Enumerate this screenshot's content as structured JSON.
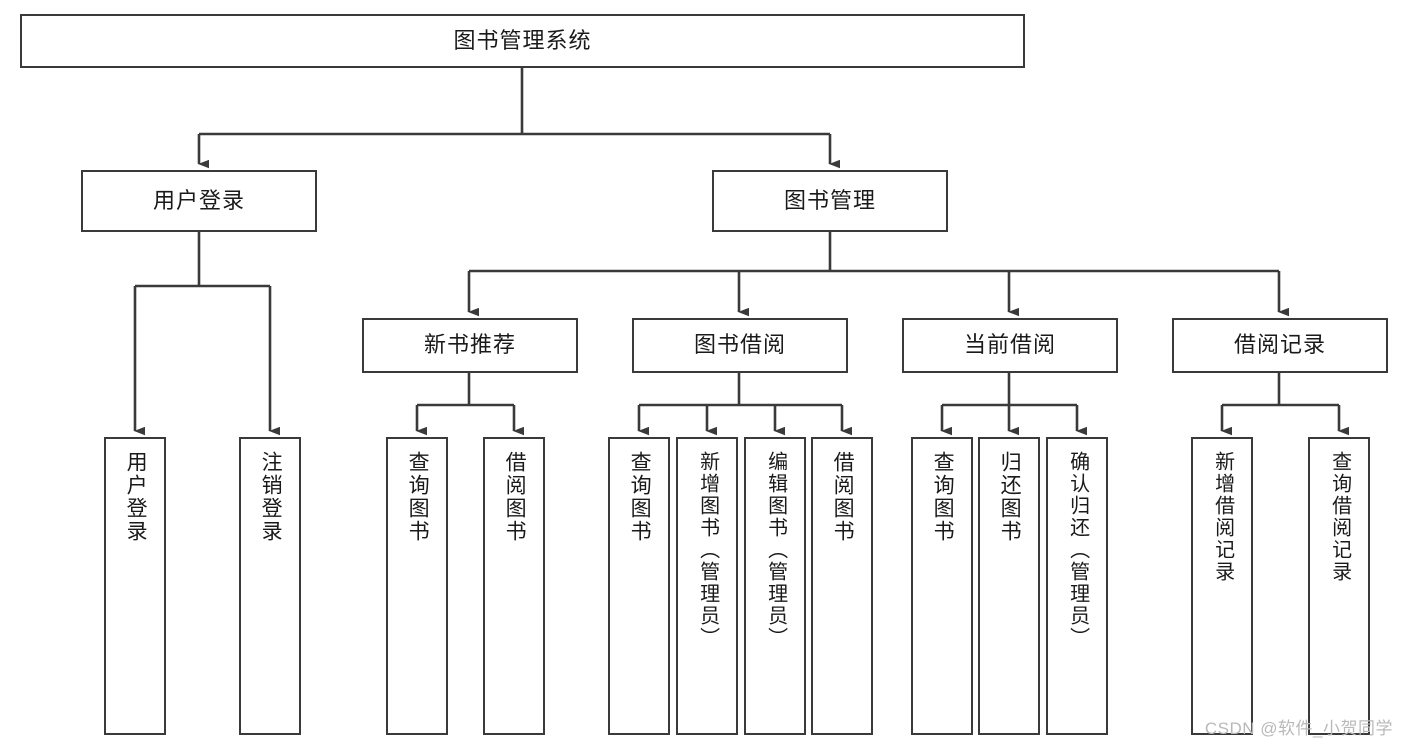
{
  "diagram": {
    "title": "图书管理系统",
    "type": "hierarchy-tree",
    "watermark": "CSDN @软件_小贺同学",
    "colors": {
      "border": "#3a3a3a",
      "background": "#ffffff",
      "text": "#1a1a1a",
      "watermark": "#b9b9b9"
    },
    "nodes": {
      "root": {
        "label": "图书管理系统",
        "level": 1,
        "orientation": "horizontal"
      },
      "user_login": {
        "label": "用户登录",
        "level": 2,
        "orientation": "horizontal"
      },
      "book_manage": {
        "label": "图书管理",
        "level": 2,
        "orientation": "horizontal"
      },
      "new_book_rec": {
        "label": "新书推荐",
        "level": 3,
        "orientation": "horizontal"
      },
      "book_borrow": {
        "label": "图书借阅",
        "level": 3,
        "orientation": "horizontal"
      },
      "current_borrow": {
        "label": "当前借阅",
        "level": 3,
        "orientation": "horizontal"
      },
      "borrow_record": {
        "label": "借阅记录",
        "level": 3,
        "orientation": "horizontal"
      },
      "leaf_user_login": {
        "label": "用户登录",
        "level": 4,
        "orientation": "vertical"
      },
      "leaf_logout": {
        "label": "注销登录",
        "level": 4,
        "orientation": "vertical"
      },
      "leaf_query_book_1": {
        "label": "查询图书",
        "level": 4,
        "orientation": "vertical"
      },
      "leaf_borrow_book_1": {
        "label": "借阅图书",
        "level": 4,
        "orientation": "vertical"
      },
      "leaf_query_book_2": {
        "label": "查询图书",
        "level": 4,
        "orientation": "vertical"
      },
      "leaf_add_book": {
        "label": "新增图书（管理员）",
        "level": 4,
        "orientation": "vertical"
      },
      "leaf_edit_book": {
        "label": "编辑图书（管理员）",
        "level": 4,
        "orientation": "vertical"
      },
      "leaf_borrow_book_2": {
        "label": "借阅图书",
        "level": 4,
        "orientation": "vertical"
      },
      "leaf_query_book_3": {
        "label": "查询图书",
        "level": 4,
        "orientation": "vertical"
      },
      "leaf_return_book": {
        "label": "归还图书",
        "level": 4,
        "orientation": "vertical"
      },
      "leaf_confirm_return": {
        "label": "确认归还（管理员）",
        "level": 4,
        "orientation": "vertical"
      },
      "leaf_add_record": {
        "label": "新增借阅记录",
        "level": 4,
        "orientation": "vertical"
      },
      "leaf_query_record": {
        "label": "查询借阅记录",
        "level": 4,
        "orientation": "vertical"
      }
    },
    "edges": [
      {
        "from": "root",
        "to": "user_login"
      },
      {
        "from": "root",
        "to": "book_manage"
      },
      {
        "from": "user_login",
        "to": "leaf_user_login"
      },
      {
        "from": "user_login",
        "to": "leaf_logout"
      },
      {
        "from": "book_manage",
        "to": "new_book_rec"
      },
      {
        "from": "book_manage",
        "to": "book_borrow"
      },
      {
        "from": "book_manage",
        "to": "current_borrow"
      },
      {
        "from": "book_manage",
        "to": "borrow_record"
      },
      {
        "from": "new_book_rec",
        "to": "leaf_query_book_1"
      },
      {
        "from": "new_book_rec",
        "to": "leaf_borrow_book_1"
      },
      {
        "from": "book_borrow",
        "to": "leaf_query_book_2"
      },
      {
        "from": "book_borrow",
        "to": "leaf_add_book"
      },
      {
        "from": "book_borrow",
        "to": "leaf_edit_book"
      },
      {
        "from": "book_borrow",
        "to": "leaf_borrow_book_2"
      },
      {
        "from": "current_borrow",
        "to": "leaf_query_book_3"
      },
      {
        "from": "current_borrow",
        "to": "leaf_return_book"
      },
      {
        "from": "current_borrow",
        "to": "leaf_confirm_return"
      },
      {
        "from": "borrow_record",
        "to": "leaf_add_record"
      },
      {
        "from": "borrow_record",
        "to": "leaf_query_record"
      }
    ]
  }
}
